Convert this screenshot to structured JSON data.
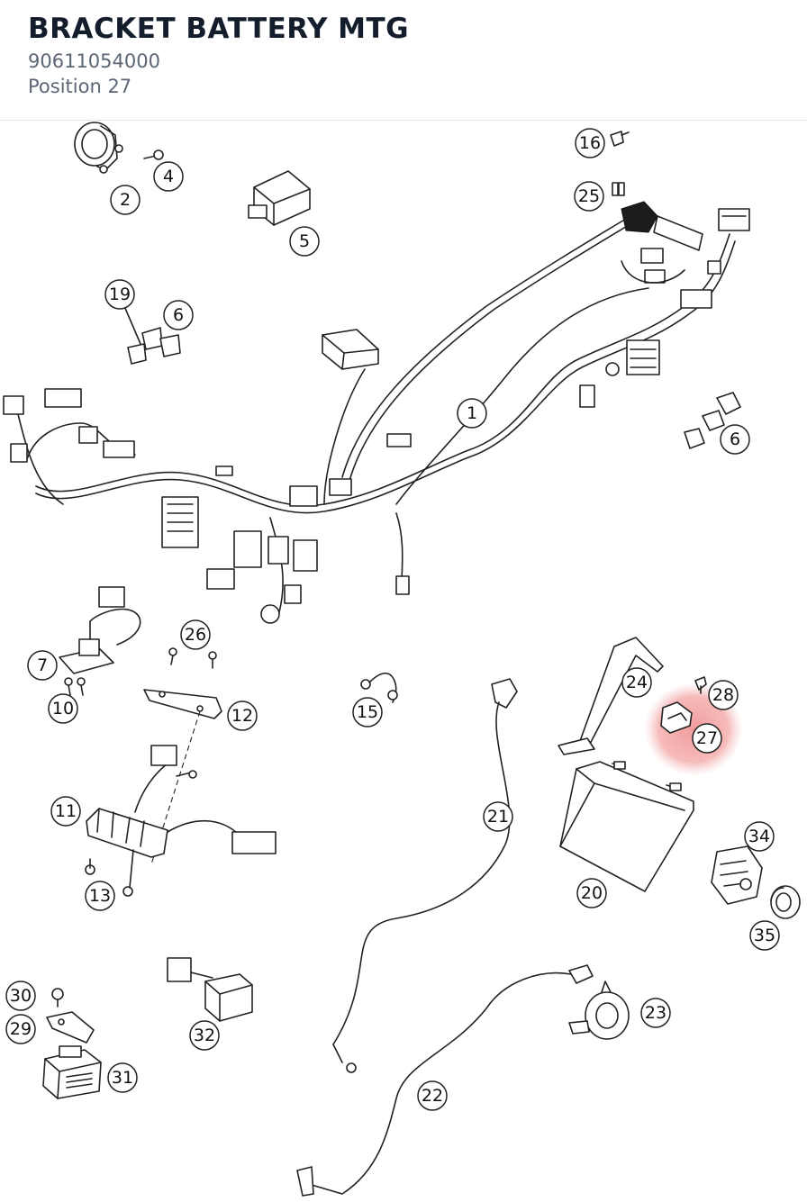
{
  "header": {
    "title": "BRACKET BATTERY MTG",
    "part_number": "90611054000",
    "position": "Position 27"
  },
  "diagram": {
    "highlight_color": "#f2a6a6",
    "highlighted_callout": "27",
    "callouts": [
      "2",
      "4",
      "5",
      "16",
      "25",
      "19",
      "6",
      "1",
      "6",
      "7",
      "26",
      "10",
      "12",
      "15",
      "24",
      "28",
      "27",
      "11",
      "21",
      "20",
      "34",
      "13",
      "35",
      "30",
      "29",
      "32",
      "23",
      "31",
      "22"
    ]
  }
}
